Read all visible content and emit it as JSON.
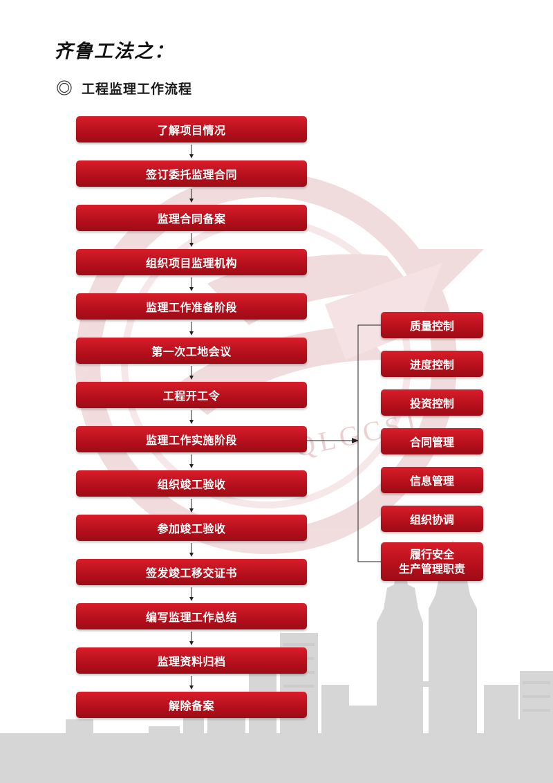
{
  "header": {
    "brand_title": "齐鲁工法之：",
    "section_title": "工程监理工作流程"
  },
  "background": {
    "watermark_text": "QLGCSJ",
    "watermark_color": "#e8c4c6",
    "city_color": "#d4d4d4"
  },
  "colors": {
    "box_red": "#c4131f",
    "box_text": "#ffffff"
  },
  "main_flow": [
    "了解项目情况",
    "签订委托监理合同",
    "监理合同备案",
    "组织项目监理机构",
    "监理工作准备阶段",
    "第一次工地会议",
    "工程开工令",
    "监理工作实施阶段",
    "组织竣工验收",
    "参加竣工验收",
    "签发竣工移交证书",
    "编写监理工作总结",
    "监理资料归档",
    "解除备案"
  ],
  "control_items": [
    "质量控制",
    "进度控制",
    "投资控制",
    "合同管理",
    "信息管理",
    "组织协调"
  ],
  "safety_item": {
    "line1": "履行安全",
    "line2": "生产管理职责"
  }
}
